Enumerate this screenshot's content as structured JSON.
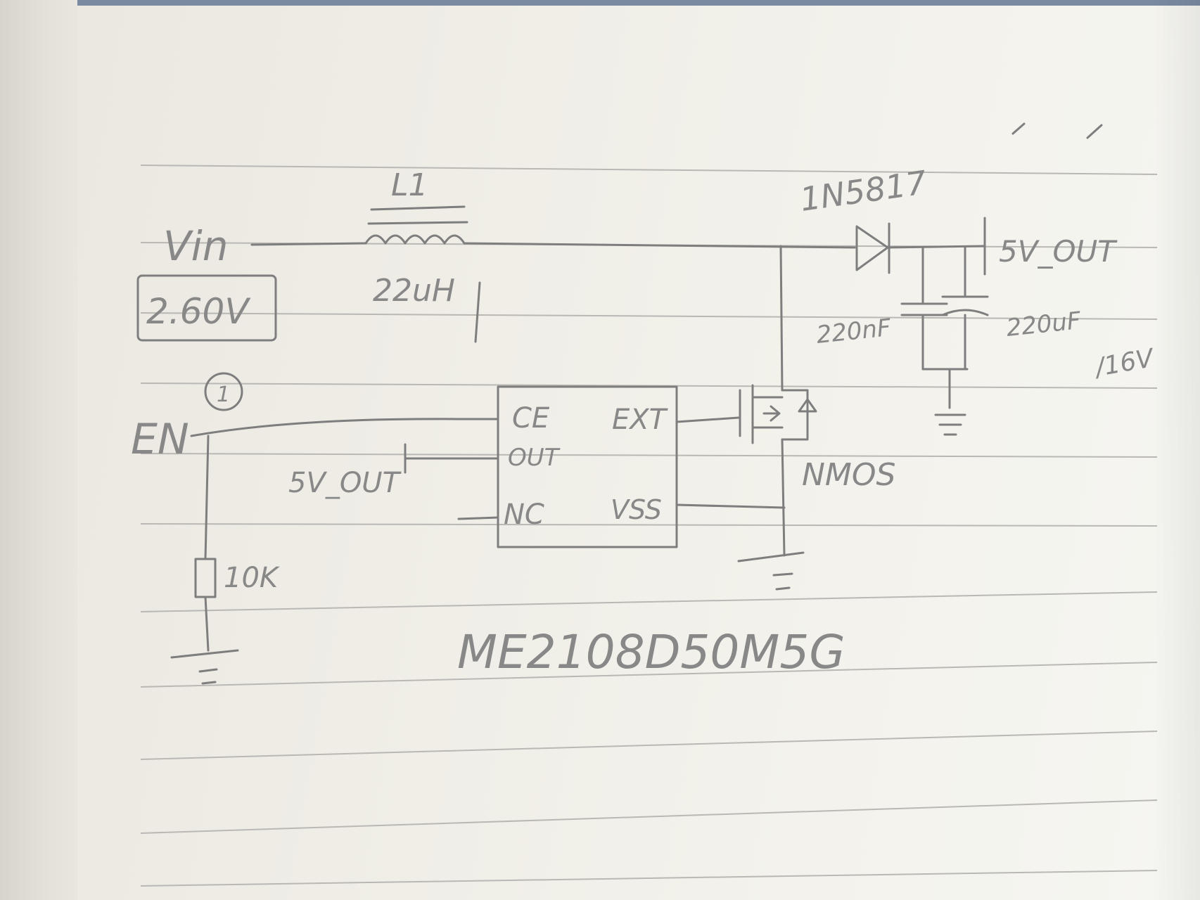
{
  "diagram": {
    "input": {
      "label": "Vin",
      "range": "2.60V"
    },
    "inductor": {
      "designator": "L1",
      "value": "22uH"
    },
    "diode": {
      "part": "1N5817"
    },
    "output": {
      "label": "5V_OUT"
    },
    "capacitors": {
      "small": "220nF",
      "large": "220uF",
      "voltage": "/16V"
    },
    "enable": {
      "label": "EN",
      "marker": "1",
      "resistor": "10K"
    },
    "ic": {
      "pins": {
        "ce": "CE",
        "out": "OUT",
        "nc": "NC",
        "ext": "EXT",
        "vss": "VSS"
      },
      "part_number": "ME2108D50M5G"
    },
    "fb_label": "5V_OUT",
    "mosfet": {
      "label": "NMOS"
    }
  }
}
